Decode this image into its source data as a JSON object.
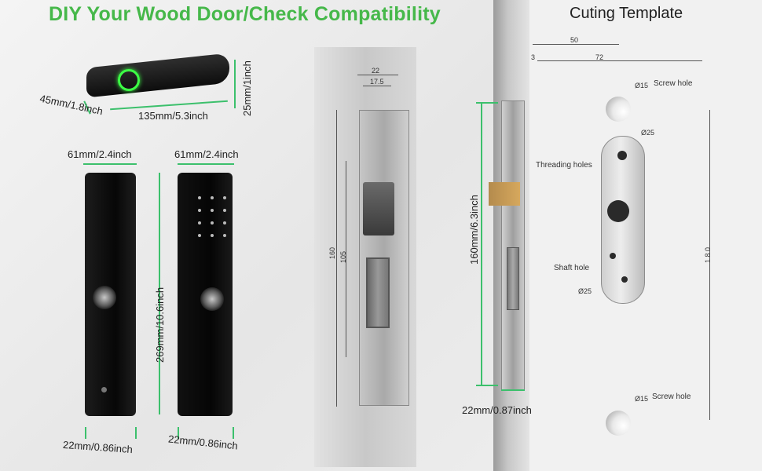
{
  "title": "DIY Your Wood Door/Check Compatibility",
  "handle_dims": {
    "width_label": "135mm/5.3inch",
    "depth_label": "45mm/1.8inch",
    "height_label": "25mm/1inch"
  },
  "lock_dims": {
    "front_width": "61mm/2.4inch",
    "back_width": "61mm/2.4inch",
    "height": "269mm/10.6inch",
    "front_thickness": "22mm/0.86inch",
    "back_thickness": "22mm/0.86inch"
  },
  "strike_dims": {
    "top_outer": "22",
    "top_inner": "17.5",
    "length": "160",
    "slot_length": "105"
  },
  "door_edge": {
    "height": "160mm/6.3inch",
    "width": "22mm/0.87inch"
  },
  "template": {
    "title": "Cuting Template",
    "top_dim": "50",
    "offset_dim": "3",
    "center_dim": "72",
    "height_dim": "1 8 0",
    "screw_hole_top": "Screw hole",
    "screw_hole_bottom": "Screw hole",
    "threading_holes": "Threading holes",
    "shaft_hole": "Shaft hole",
    "d15_top": "Ø15",
    "d25_top": "Ø25",
    "d25_bottom": "Ø25",
    "d15_bottom": "Ø15"
  },
  "colors": {
    "title_green": "#46b84a",
    "dimension_green": "#3cc06c",
    "fingerprint_ring": "#3cff45"
  }
}
